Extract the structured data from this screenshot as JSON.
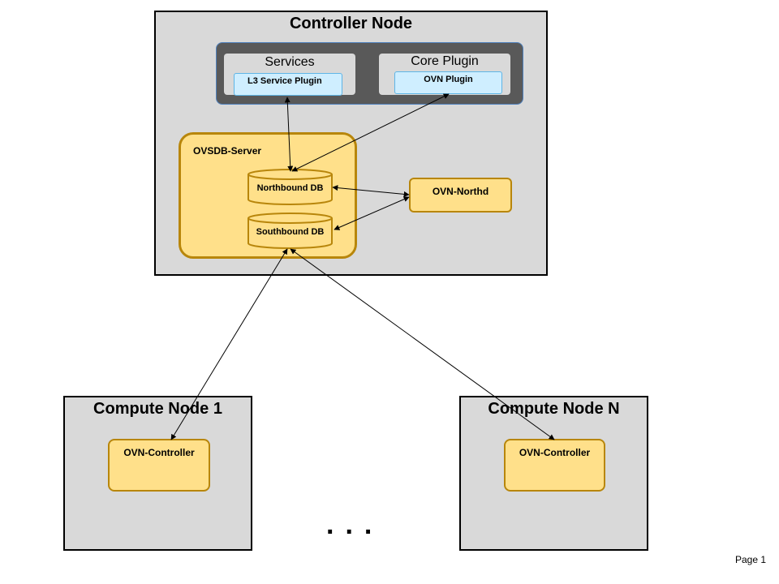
{
  "controller": {
    "title": "Controller Node",
    "services": {
      "label": "Services",
      "plugin": "L3 Service Plugin"
    },
    "core": {
      "label": "Core Plugin",
      "plugin": "OVN Plugin"
    },
    "ovsdb": {
      "label": "OVSDB-Server",
      "northbound": "Northbound  DB",
      "southbound": "Southbound  DB"
    },
    "northd": "OVN-Northd"
  },
  "compute_nodes": [
    {
      "title": "Compute Node 1",
      "controller": "OVN-Controller"
    },
    {
      "title": "Compute Node N",
      "controller": "OVN-Controller"
    }
  ],
  "ellipsis": "...",
  "page_label": "Page 1",
  "colors": {
    "node_fill": "#d9d9d9",
    "panel_dark": "#595959",
    "plugin_fill": "#cfeeff",
    "orange_fill": "#ffe08a",
    "orange_border": "#b8860b"
  }
}
